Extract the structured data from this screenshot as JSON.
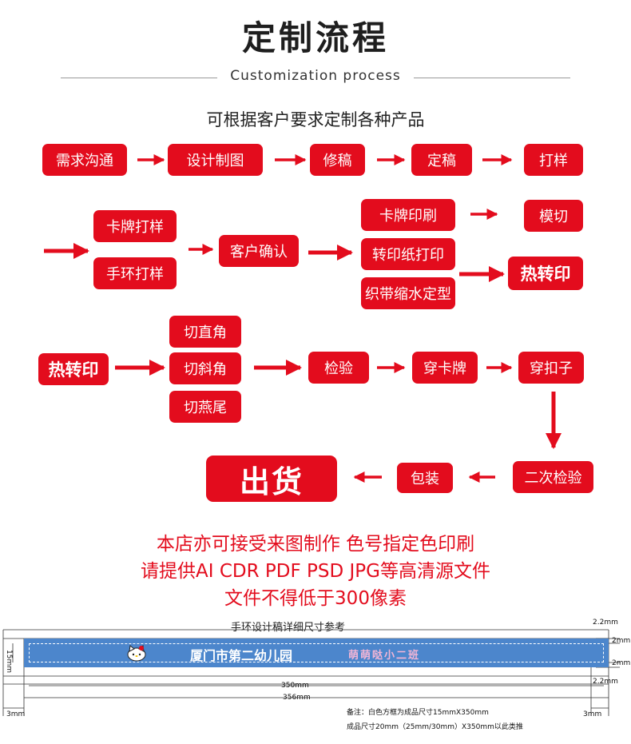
{
  "header": {
    "title": "定制流程",
    "subtitle": "Customization process",
    "intro": "可根据客户要求定制各种产品"
  },
  "flow": {
    "row1": [
      "需求沟通",
      "设计制图",
      "修稿",
      "定稿",
      "打样"
    ],
    "row2_left": [
      "卡牌打样",
      "手环打样"
    ],
    "row2_confirm": "客户确认",
    "row2_mid": [
      "卡牌印刷",
      "转印纸打印",
      "织带缩水定型"
    ],
    "row2_die_cut": "模切",
    "row2_heat_transfer": "热转印",
    "row3_start": "热转印",
    "row3_cuts": [
      "切直角",
      "切斜角",
      "切燕尾"
    ],
    "row3_rest": [
      "检验",
      "穿卡牌",
      "穿扣子"
    ],
    "row4": [
      "二次检验",
      "包装",
      "出货"
    ]
  },
  "notes": [
    "本店亦可接受来图制作 色号指定色印刷",
    "请提供AI CDR PDF PSD JPG等高清源文件",
    "文件不得低于300像素"
  ],
  "drawing": {
    "title": "手环设计稿详细尺寸参考",
    "school_name": "厦门市第二幼儿园",
    "class_name": "萌萌哒小二班",
    "dims": {
      "height": "15mm",
      "margin_top": "2.2mm",
      "gap_top": "2mm",
      "gap_bottom": "2mm",
      "margin_bottom": "2.2mm",
      "inner_length": "350mm",
      "outer_length": "356mm",
      "side_left": "3mm",
      "side_right": "3mm"
    },
    "remark_1": "备注：白色方框为成品尺寸15mmX350mm",
    "remark_2": "成品尺寸20mm（25mm/30mm）X350mm以此类推"
  },
  "colors": {
    "accent_red": "#e30c1d",
    "strip_blue": "#4c86cc",
    "class_pink": "#f4b6d6"
  },
  "icons": {
    "kitty": "hello-kitty-icon",
    "arrow": "arrow-right-icon"
  }
}
